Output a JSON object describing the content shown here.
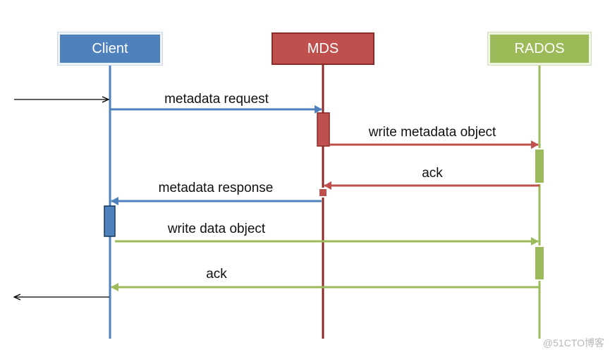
{
  "actors": {
    "client": "Client",
    "mds": "MDS",
    "rados": "RADOS"
  },
  "messages": {
    "metadata_request": "metadata request",
    "write_metadata_object": "write metadata object",
    "ack_1": "ack",
    "metadata_response": "metadata response",
    "write_data_object": "write data object",
    "ack_2": "ack"
  },
  "watermark": "@51CTO博客",
  "colors": {
    "client": "#4f81bd",
    "mds": "#c0504d",
    "rados": "#9bbb59",
    "external": "#000000"
  }
}
